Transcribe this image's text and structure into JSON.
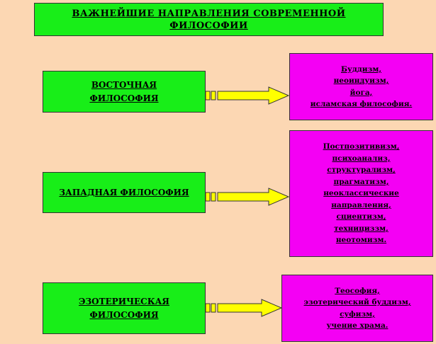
{
  "title": {
    "line1": "ВАЖНЕЙШИЕ НАПРАВЛЕНИЯ СОВРЕМЕННОЙ",
    "line2": "ФИЛОСОФИИ"
  },
  "rows": [
    {
      "category": {
        "line1": "ВОСТОЧНАЯ",
        "line2": "ФИЛОСОФИЯ"
      },
      "items": [
        "Буддизм,",
        "неоиндуизм,",
        "йога,",
        "исламская философия."
      ]
    },
    {
      "category": {
        "line1": "ЗАПАДНАЯ ФИЛОСОФИЯ"
      },
      "items": [
        "Постпозитивизм,",
        "психоанализ,",
        "структурализм,",
        "прагматизм,",
        "неоклассические",
        "направления,",
        "сциентизм,",
        "технициззм,",
        "неотомизм."
      ]
    },
    {
      "category": {
        "line1": "ЭЗОТЕРИЧЕСКАЯ",
        "line2": "ФИЛОСОФИЯ"
      },
      "items": [
        "Теософия,",
        "эзотерический буддизм,",
        "суфизм,",
        "учение храма."
      ]
    }
  ],
  "colors": {
    "background": "#fcd7b3",
    "category_box": "#18ee18",
    "list_box": "#f400f4",
    "arrow": "#ffff00"
  }
}
